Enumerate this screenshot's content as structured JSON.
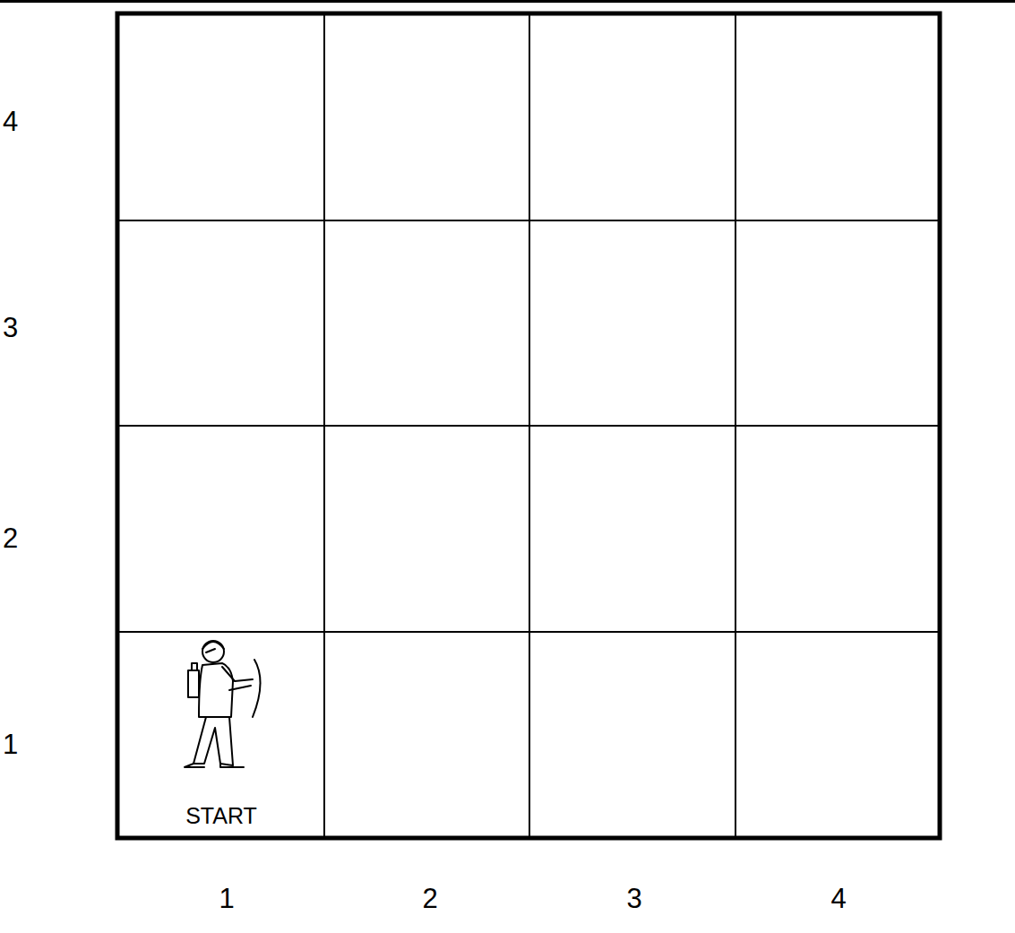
{
  "diagram": {
    "nodes": [
      {
        "text": [
          "START"
        ]
      }
    ],
    "labels": [
      "4",
      "3",
      "2",
      "1",
      "1",
      "2",
      "3",
      "4"
    ]
  }
}
